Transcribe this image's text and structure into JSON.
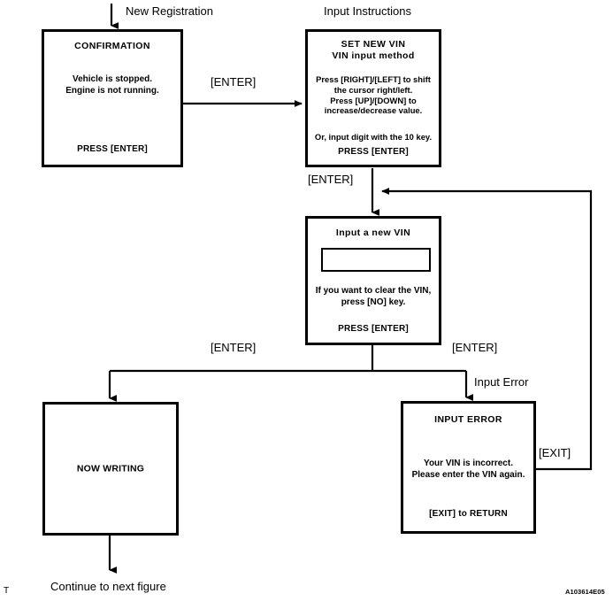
{
  "figure": {
    "id_code": "A103614E05",
    "corner_mark": "T"
  },
  "annotations": {
    "new_registration": "New Registration",
    "input_instructions": "Input Instructions",
    "enter_1": "[ENTER]",
    "enter_2": "[ENTER]",
    "enter_3": "[ENTER]",
    "enter_4": "[ENTER]",
    "input_error": "Input Error",
    "exit": "[EXIT]",
    "continue": "Continue to next figure"
  },
  "screens": {
    "confirmation": {
      "title": "CONFIRMATION",
      "line1": "Vehicle is stopped.",
      "line2": "Engine is not running.",
      "footer": "PRESS [ENTER]"
    },
    "set_new_vin": {
      "title1": "SET NEW VIN",
      "title2": "VIN input method",
      "line1": "Press [RIGHT]/[LEFT] to shift",
      "line2": "the cursor right/left.",
      "line3": "Press [UP]/[DOWN]  to",
      "line4": "increase/decrease value.",
      "line5": "Or, input digit with the 10 key.",
      "footer": "PRESS [ENTER]"
    },
    "input_new_vin": {
      "title": "Input a new VIN",
      "field_value": "",
      "line1": "If you want to clear the VIN,",
      "line2": "press [NO] key.",
      "footer": "PRESS [ENTER]"
    },
    "now_writing": {
      "text": "NOW WRITING"
    },
    "input_error": {
      "title": "INPUT  ERROR",
      "line1": "Your VIN is incorrect.",
      "line2": "Please enter the VIN again.",
      "footer": "[EXIT] to RETURN"
    }
  },
  "style": {
    "line_color": "#000000",
    "background": "#ffffff"
  }
}
